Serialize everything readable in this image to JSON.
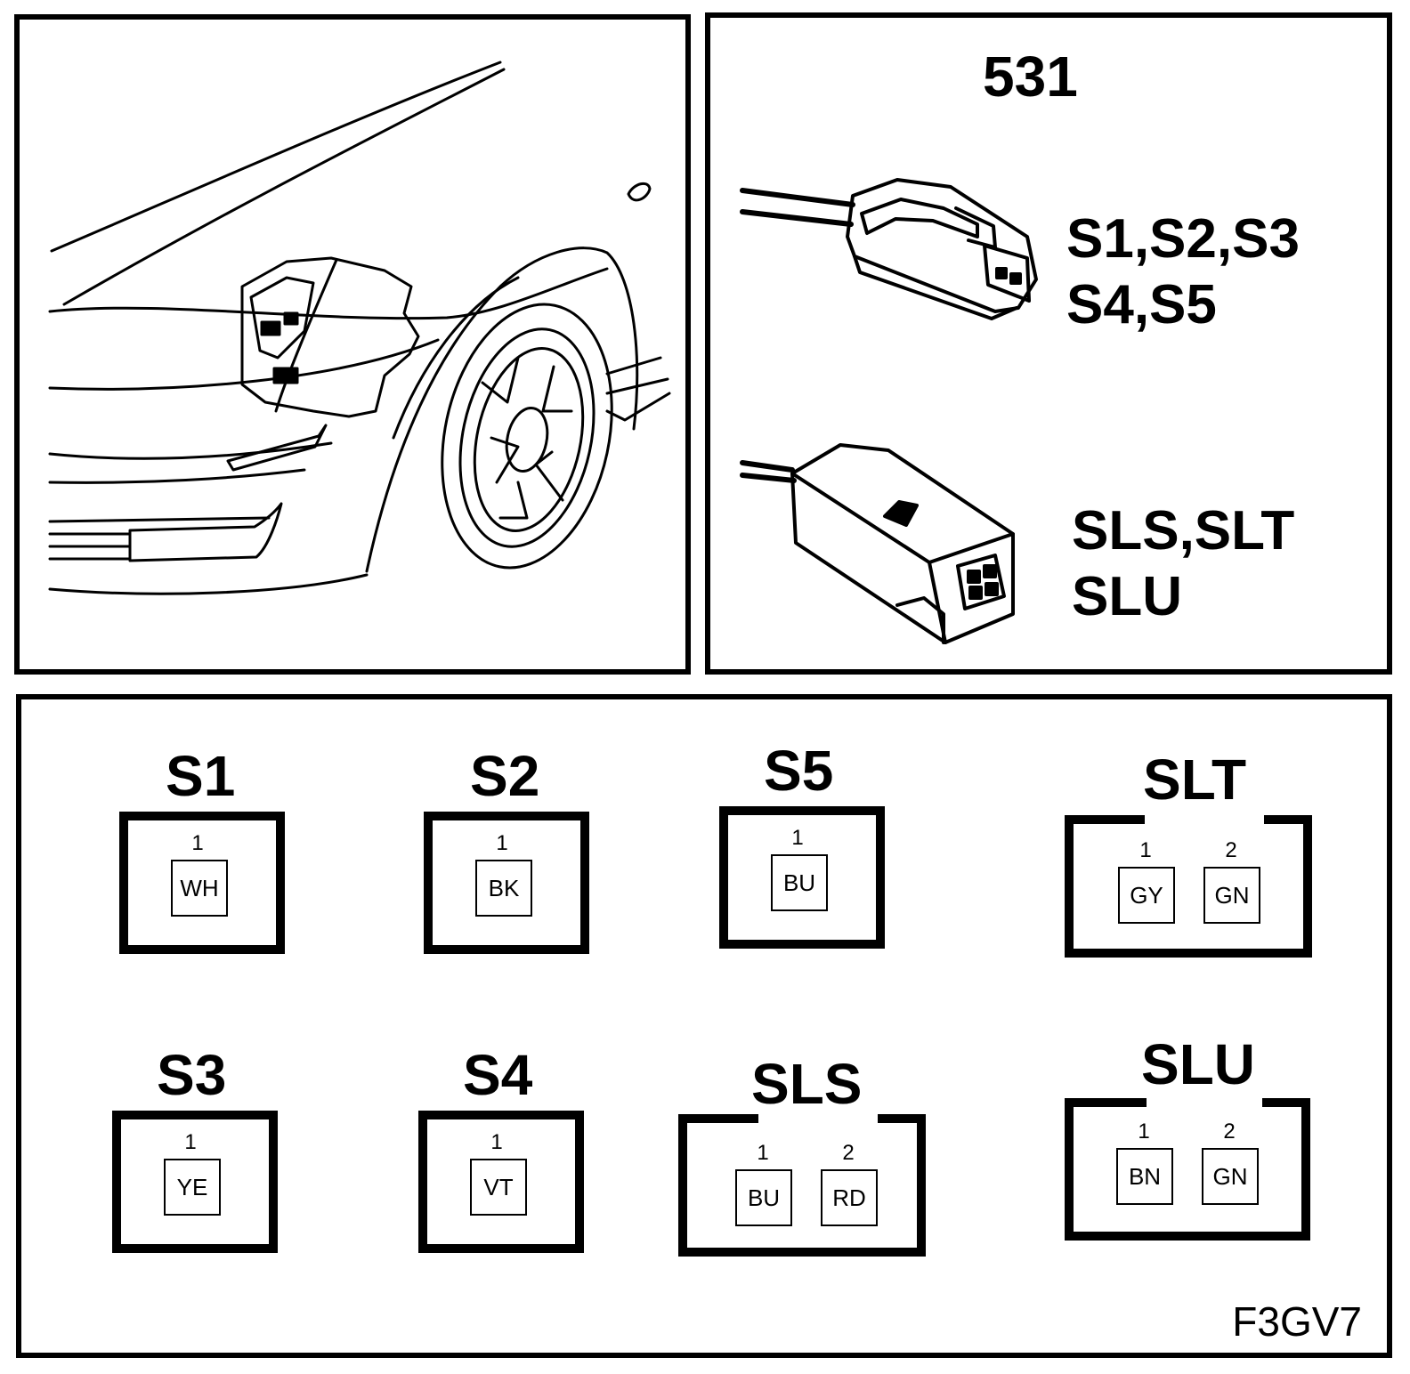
{
  "top_right": {
    "connector_number": "531",
    "group_1": [
      "S1,S2,S3",
      "S4,S5"
    ],
    "group_2": [
      "SLS,SLT",
      "SLU"
    ]
  },
  "connectors": [
    {
      "id": "S1",
      "title": "S1",
      "pins": [
        {
          "num": "1",
          "color": "WH"
        }
      ]
    },
    {
      "id": "S2",
      "title": "S2",
      "pins": [
        {
          "num": "1",
          "color": "BK"
        }
      ]
    },
    {
      "id": "S5",
      "title": "S5",
      "pins": [
        {
          "num": "1",
          "color": "BU"
        }
      ]
    },
    {
      "id": "SLT",
      "title": "SLT",
      "pins": [
        {
          "num": "1",
          "color": "GY"
        },
        {
          "num": "2",
          "color": "GN"
        }
      ]
    },
    {
      "id": "S3",
      "title": "S3",
      "pins": [
        {
          "num": "1",
          "color": "YE"
        }
      ]
    },
    {
      "id": "S4",
      "title": "S4",
      "pins": [
        {
          "num": "1",
          "color": "VT"
        }
      ]
    },
    {
      "id": "SLS",
      "title": "SLS",
      "pins": [
        {
          "num": "1",
          "color": "BU"
        },
        {
          "num": "2",
          "color": "RD"
        }
      ]
    },
    {
      "id": "SLU",
      "title": "SLU",
      "pins": [
        {
          "num": "1",
          "color": "BN"
        },
        {
          "num": "2",
          "color": "GN"
        }
      ]
    }
  ],
  "figure_code": "F3GV7"
}
